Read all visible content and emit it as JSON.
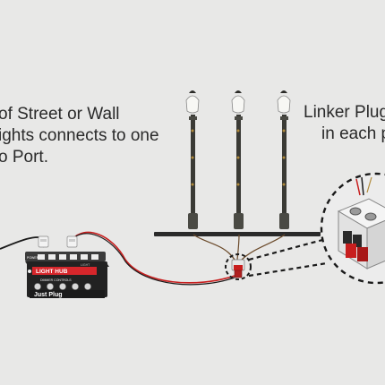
{
  "caption_left": {
    "line1": "of Street or Wall",
    "line2": "ights connects to one",
    "line3": "o Port."
  },
  "caption_right": {
    "line1": "Linker Plug",
    "line2": "in each p"
  },
  "hub": {
    "title": "LIGHT HUB",
    "subtitle": "DIMMER CONTROLS",
    "brand": "Just Plug",
    "power_label": "POWER",
    "port_label": "LIGHT"
  },
  "colors": {
    "background": "#e8e8e7",
    "wire_red": "#c81e1e",
    "wire_black": "#1a1a1a",
    "hub_body": "#222222",
    "hub_label": "#d6262b",
    "lamp_post": "#3a3a35"
  }
}
